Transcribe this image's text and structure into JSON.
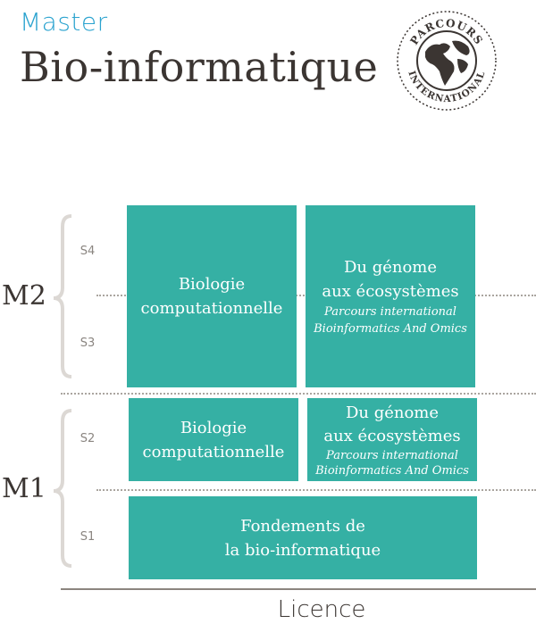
{
  "header": {
    "master": "Master",
    "title": "Bio-informatique"
  },
  "badge": {
    "text_top": "PARCOURS",
    "text_bottom": "INTERNATIONAL"
  },
  "levels": {
    "m2": "M2",
    "m1": "M1"
  },
  "semesters": {
    "s4": "S4",
    "s3": "S3",
    "s2": "S2",
    "s1": "S1"
  },
  "m2": {
    "left": {
      "line1": "Biologie",
      "line2": "computationnelle"
    },
    "right": {
      "line1": "Du génome",
      "line2": "aux écosystèmes",
      "sub1": "Parcours international",
      "sub2": "Bioinformatics And Omics"
    }
  },
  "m1": {
    "left": {
      "line1": "Biologie",
      "line2": "computationnelle"
    },
    "right": {
      "line1": "Du génome",
      "line2": "aux écosystèmes",
      "sub1": "Parcours international",
      "sub2": "Bioinformatics And Omics"
    },
    "bottom": {
      "line1": "Fondements de",
      "line2": "la bio-informatique"
    }
  },
  "footer": {
    "licence": "Licence"
  },
  "colors": {
    "box": "#35b0a4",
    "master": "#2ba3cf",
    "text": "#3b3532",
    "badge": "#3b3532"
  }
}
